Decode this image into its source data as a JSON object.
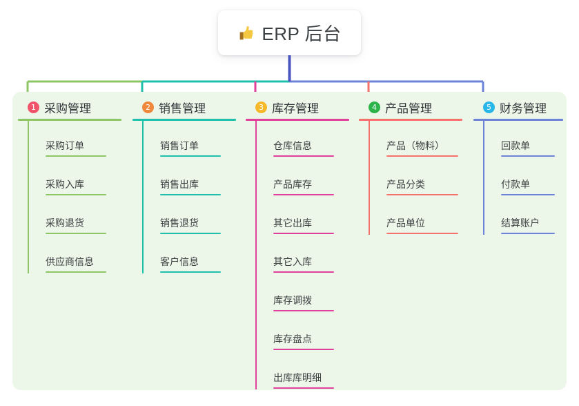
{
  "root": {
    "icon": "thumbs-up-icon",
    "title": "ERP 后台"
  },
  "palette": {
    "panel_bg": "#edf7e9",
    "page_bg": "#ffffff",
    "root_stem": "#4a55c0",
    "text": "#3c4043"
  },
  "columns": [
    {
      "number": "1",
      "title": "采购管理",
      "badge_color": "#f0546a",
      "line_color": "#8cc665",
      "items": [
        {
          "label": "采购订单"
        },
        {
          "label": "采购入库"
        },
        {
          "label": "采购退货"
        },
        {
          "label": "供应商信息"
        }
      ]
    },
    {
      "number": "2",
      "title": "销售管理",
      "badge_color": "#f0883c",
      "line_color": "#1fc0ab",
      "items": [
        {
          "label": "销售订单"
        },
        {
          "label": "销售出库"
        },
        {
          "label": "销售退货"
        },
        {
          "label": "客户信息"
        }
      ]
    },
    {
      "number": "3",
      "title": "库存管理",
      "badge_color": "#f5b92a",
      "line_color": "#e0419a",
      "items": [
        {
          "label": "仓库信息"
        },
        {
          "label": "产品库存"
        },
        {
          "label": "其它出库"
        },
        {
          "label": "其它入库"
        },
        {
          "label": "库存调拨"
        },
        {
          "label": "库存盘点"
        },
        {
          "label": "出库库明细"
        }
      ]
    },
    {
      "number": "4",
      "title": "产品管理",
      "badge_color": "#2cb34a",
      "line_color": "#f4726b",
      "items": [
        {
          "label": "产品（物料）"
        },
        {
          "label": "产品分类"
        },
        {
          "label": "产品单位"
        }
      ]
    },
    {
      "number": "5",
      "title": "财务管理",
      "badge_color": "#29b6e8",
      "line_color": "#6d83d8",
      "items": [
        {
          "label": "回款单"
        },
        {
          "label": "付款单"
        },
        {
          "label": "结算账户"
        }
      ]
    }
  ]
}
